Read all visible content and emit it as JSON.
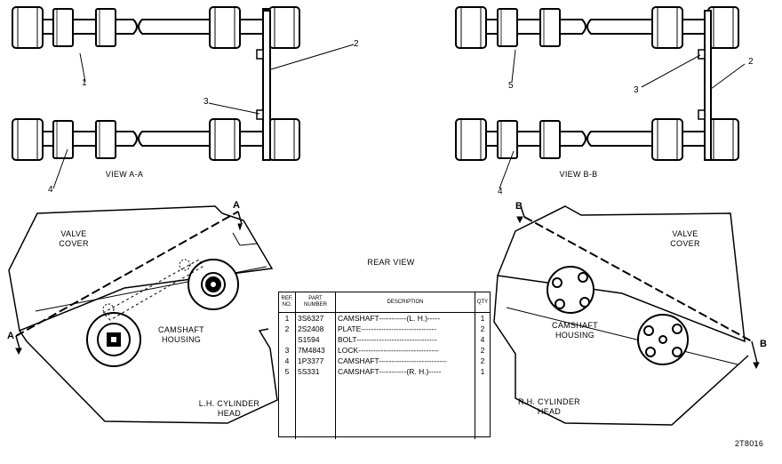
{
  "views": {
    "view_a": "VIEW A-A",
    "view_b": "VIEW B-B",
    "rear_view": "REAR VIEW"
  },
  "labels": {
    "valve_cover_left": "VALVE\nCOVER",
    "valve_cover_right": "VALVE\nCOVER",
    "camshaft_housing_left": "CAMSHAFT\nHOUSING",
    "camshaft_housing_right": "CAMSHAFT\nHOUSING",
    "lh_cylinder_head": "L.H. CYLINDER\nHEAD",
    "rh_cylinder_head": "R.H. CYLINDER\nHEAD",
    "drawing_number": "2T8016"
  },
  "callouts": {
    "c1": "1",
    "c2_left": "2",
    "c3_left": "3",
    "c4_left": "4",
    "c5": "5",
    "c2_right": "2",
    "c3_right": "3",
    "c4_right": "4"
  },
  "section_letters": {
    "a_top": "A",
    "a_left": "A",
    "b_top": "B",
    "b_right": "B"
  },
  "parts_table": {
    "headers": {
      "ref": "REF.\nNO.",
      "part": "PART\nNUMBER",
      "desc": "DESCRIPTION",
      "qty": "QTY"
    },
    "rows": [
      {
        "ref": "1",
        "part": "3S6327",
        "desc": "CAMSHAFT-----------(L. H.)-----",
        "qty": "1"
      },
      {
        "ref": "2",
        "part": "2S2408",
        "desc": "PLATE------------------------------",
        "qty": "2"
      },
      {
        "ref": "",
        "part": "S1594",
        "desc": "BOLT--------------------------------",
        "qty": "4"
      },
      {
        "ref": "3",
        "part": "7M4843",
        "desc": "LOCK--------------------------------",
        "qty": "2"
      },
      {
        "ref": "4",
        "part": "1P3377",
        "desc": "CAMSHAFT---------------------------",
        "qty": "2"
      },
      {
        "ref": "5",
        "part": "5S331",
        "desc": "CAMSHAFT-----------(R. H.)-----",
        "qty": "1"
      }
    ]
  }
}
